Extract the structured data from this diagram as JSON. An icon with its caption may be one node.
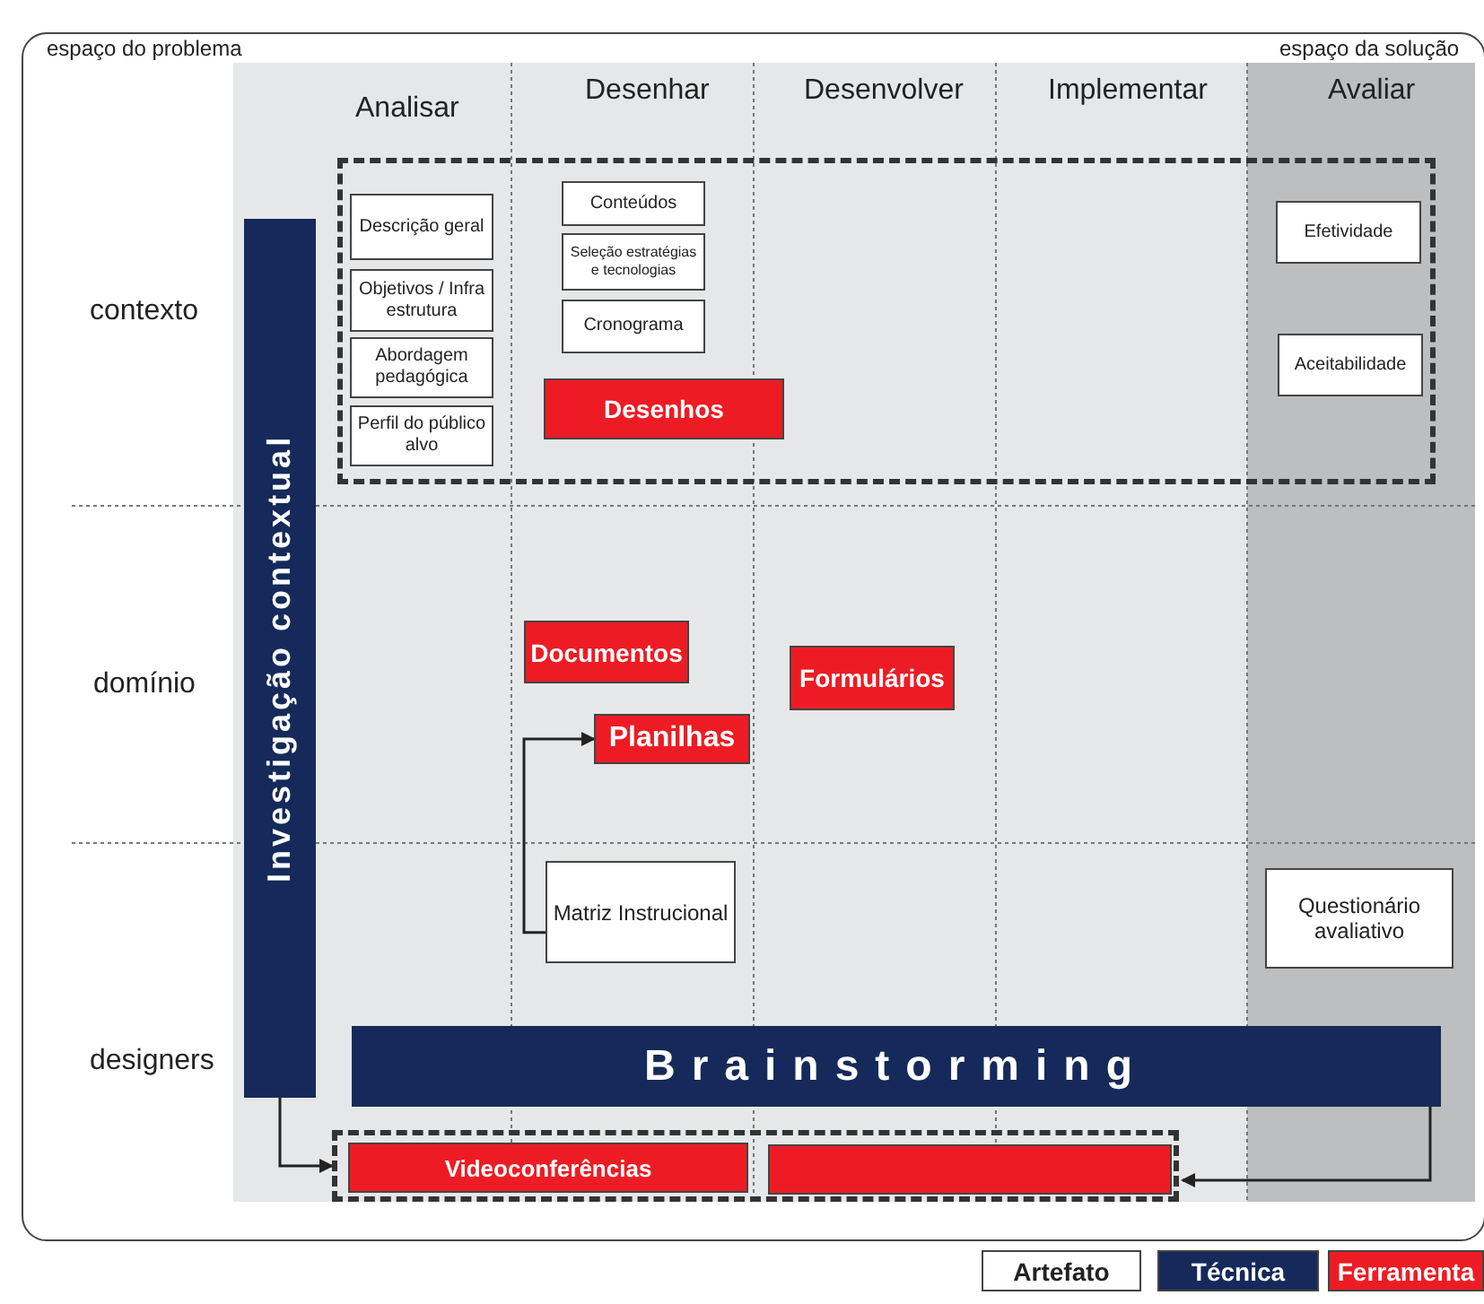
{
  "diagram": {
    "nodes": [
      {
        "text": [],
        "shape": "box"
      },
      {
        "text": [
          "Descrição geral"
        ],
        "in": 0
      },
      {
        "text": [
          "Objetivos / Infra estrutura"
        ],
        "in": 0
      },
      {
        "text": [
          "Abordagem pedagógica"
        ],
        "in": 0
      },
      {
        "text": [
          "Perfil do público alvo"
        ],
        "in": 0
      },
      {
        "text": [
          "Conteúdos"
        ],
        "in": 0
      },
      {
        "text": [
          "Seleção estratégias e tecnologias"
        ],
        "in": 0
      },
      {
        "text": [
          "Cronograma"
        ],
        "in": 0
      },
      {
        "text": [
          "Desenhos"
        ],
        "in": 0
      },
      {
        "text": [
          "Efetividade"
        ],
        "in": 0
      },
      {
        "text": [
          "Aceitabilidade"
        ],
        "in": 0
      },
      {
        "text": [
          "Investigação contextual"
        ]
      },
      {
        "text": [
          "Documentos"
        ]
      },
      {
        "text": [
          "Formulários"
        ]
      },
      {
        "text": [
          "Planilhas"
        ]
      },
      {
        "text": [
          "Matriz Instrucional"
        ]
      },
      {
        "text": [
          "Questionário avaliativo"
        ]
      },
      {
        "text": [
          "Brainstorming"
        ]
      },
      {
        "text": [],
        "shape": "box"
      },
      {
        "text": [
          "Videoconferências"
        ],
        "in": 18
      },
      {
        "text": [],
        "shape": "box",
        "in": 18
      }
    ],
    "edges": [
      {
        "from": 15,
        "to": 14,
        "arrow": "to"
      },
      {
        "from": 11,
        "to": 18,
        "arrow": "to"
      },
      {
        "from": 17,
        "to": 18,
        "arrow": "to"
      }
    ],
    "labels": [
      "espaço do problema",
      "espaço da solução",
      "Analisar",
      "Desenhar",
      "Desenvolver",
      "Implementar",
      "Avaliar",
      "contexto",
      "domínio",
      "designers"
    ],
    "legend": [
      {
        "text": "Artefato",
        "color": "#ffffff"
      },
      {
        "text": "Técnica",
        "color": "#152a5a"
      },
      {
        "text": "Ferramenta",
        "color": "#ed1c24"
      }
    ]
  }
}
